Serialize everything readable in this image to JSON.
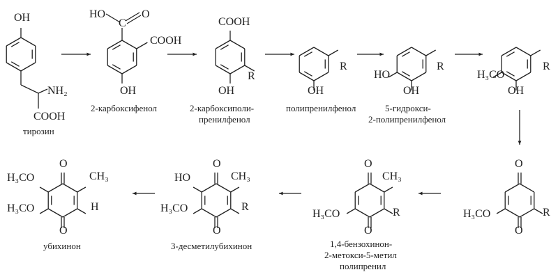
{
  "compounds": {
    "tyrosine": {
      "name": "тирозин",
      "oh": "OH",
      "nh2": "NH₂",
      "cooh": "COOH"
    },
    "carboxyphenol": {
      "name": "2-карбоксифенол",
      "ho": "HO",
      "c": "C",
      "o": "O",
      "cooh": "COOH",
      "oh": "OH"
    },
    "carboxypolyprenylphenol": {
      "name1": "2-карбоксиполи-",
      "name2": "пренилфенол",
      "cooh": "COOH",
      "r": "R",
      "oh": "OH"
    },
    "polyprenylphenol": {
      "name": "полипренилфенол",
      "r": "R",
      "oh": "OH"
    },
    "hydroxypolyprenylphenol": {
      "name1": "5-гидрокси-",
      "name2": "2-полипренилфенол",
      "ho": "HO",
      "oh": "OH",
      "r": "R"
    },
    "methoxyphenol": {
      "h3co": "H₃CO",
      "oh": "OH",
      "r": "R"
    },
    "methoxybenzoquinone": {
      "o1": "O",
      "o2": "O",
      "h3co": "H₃CO",
      "r": "R"
    },
    "methylbenzoquinone": {
      "name1": "1,4-бензохинон-",
      "name2": "2-метокси-5-метил",
      "name3": "полипренил",
      "o1": "O",
      "o2": "O",
      "ch3": "CH₃",
      "h3co": "H₃CO",
      "r": "R"
    },
    "demethylubiquinone": {
      "name": "3-десметилубихинон",
      "o1": "O",
      "o2": "O",
      "ho": "HO",
      "ch3": "CH₃",
      "h3co": "H₃CO",
      "r": "R"
    },
    "ubiquinone": {
      "name": "убихинон",
      "o1": "O",
      "o2": "O",
      "h3co1": "H₃CO",
      "h3co2": "H₃CO",
      "ch3": "CH₃",
      "h": "H"
    }
  }
}
